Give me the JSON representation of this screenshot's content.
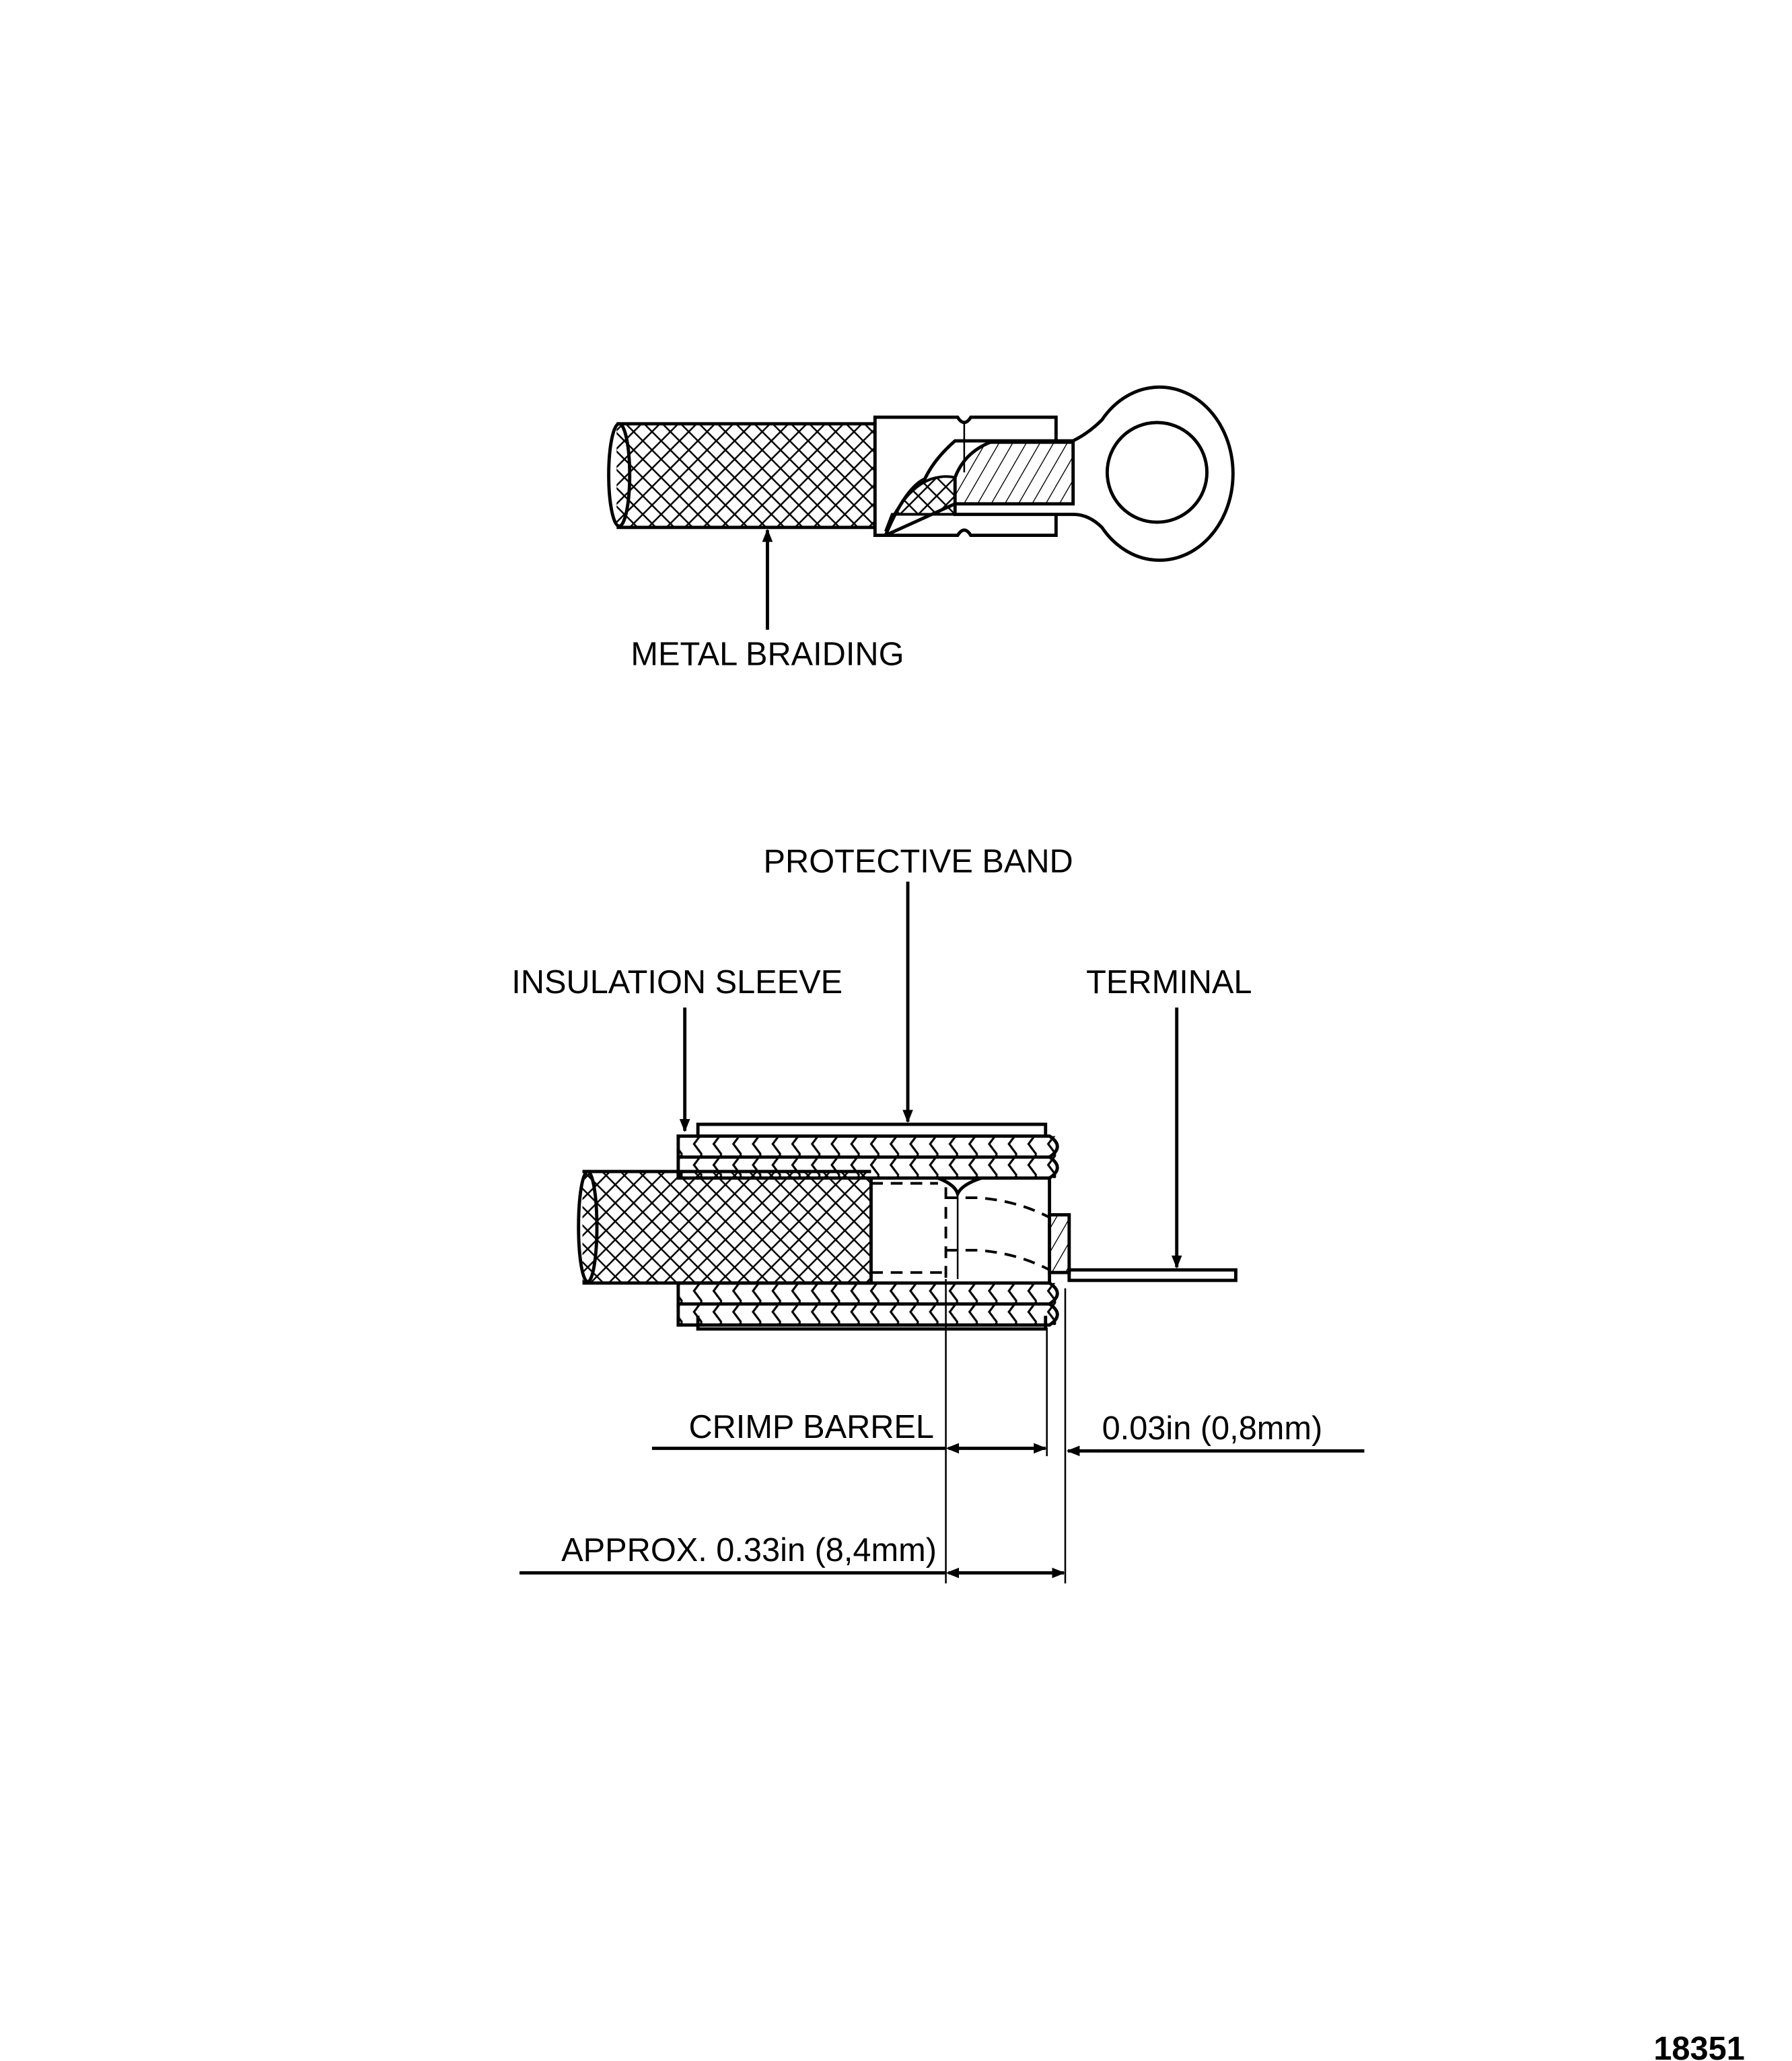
{
  "top_figure": {
    "labels": {
      "metal_braiding": "METAL BRAIDING"
    }
  },
  "bottom_figure": {
    "labels": {
      "protective_band": "PROTECTIVE BAND",
      "insulation_sleeve": "INSULATION SLEEVE",
      "terminal": "TERMINAL",
      "crimp_barrel": "CRIMP BARREL",
      "gap_dimension": "0.03in (0,8mm)",
      "length_dimension": "APPROX. 0.33in (8,4mm)"
    }
  },
  "figure_number": "18351",
  "colors": {
    "ink": "#000000",
    "paper": "#ffffff"
  }
}
